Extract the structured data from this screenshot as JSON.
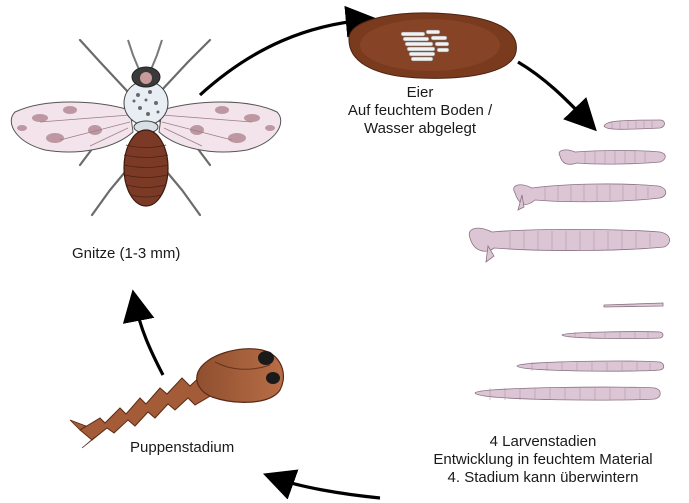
{
  "stages": {
    "adult": {
      "label": "Gnitze (1-3 mm)",
      "icon": "biting-midge-icon"
    },
    "eggs": {
      "line1": "Eier",
      "line2": "Auf feuchtem Boden /",
      "line3": "Wasser abgelegt",
      "icon": "egg-mass-icon"
    },
    "larvae": {
      "line1": "4 Larvenstadien",
      "line2": "Entwicklung in feuchtem Material",
      "line3": "4. Stadium kann überwintern",
      "icon": "larva-icon"
    },
    "pupa": {
      "label": "Puppenstadium",
      "icon": "pupa-icon"
    }
  },
  "colors": {
    "text": "#1a1a1a",
    "arrow": "#000000",
    "egg_mass": "#7a3a1e",
    "midge_body": "#7b3a26",
    "wing": "#f3e3ea",
    "wing_spot": "#b48a95",
    "larva": "#d9c3d3",
    "pupa": "#a35b38"
  }
}
